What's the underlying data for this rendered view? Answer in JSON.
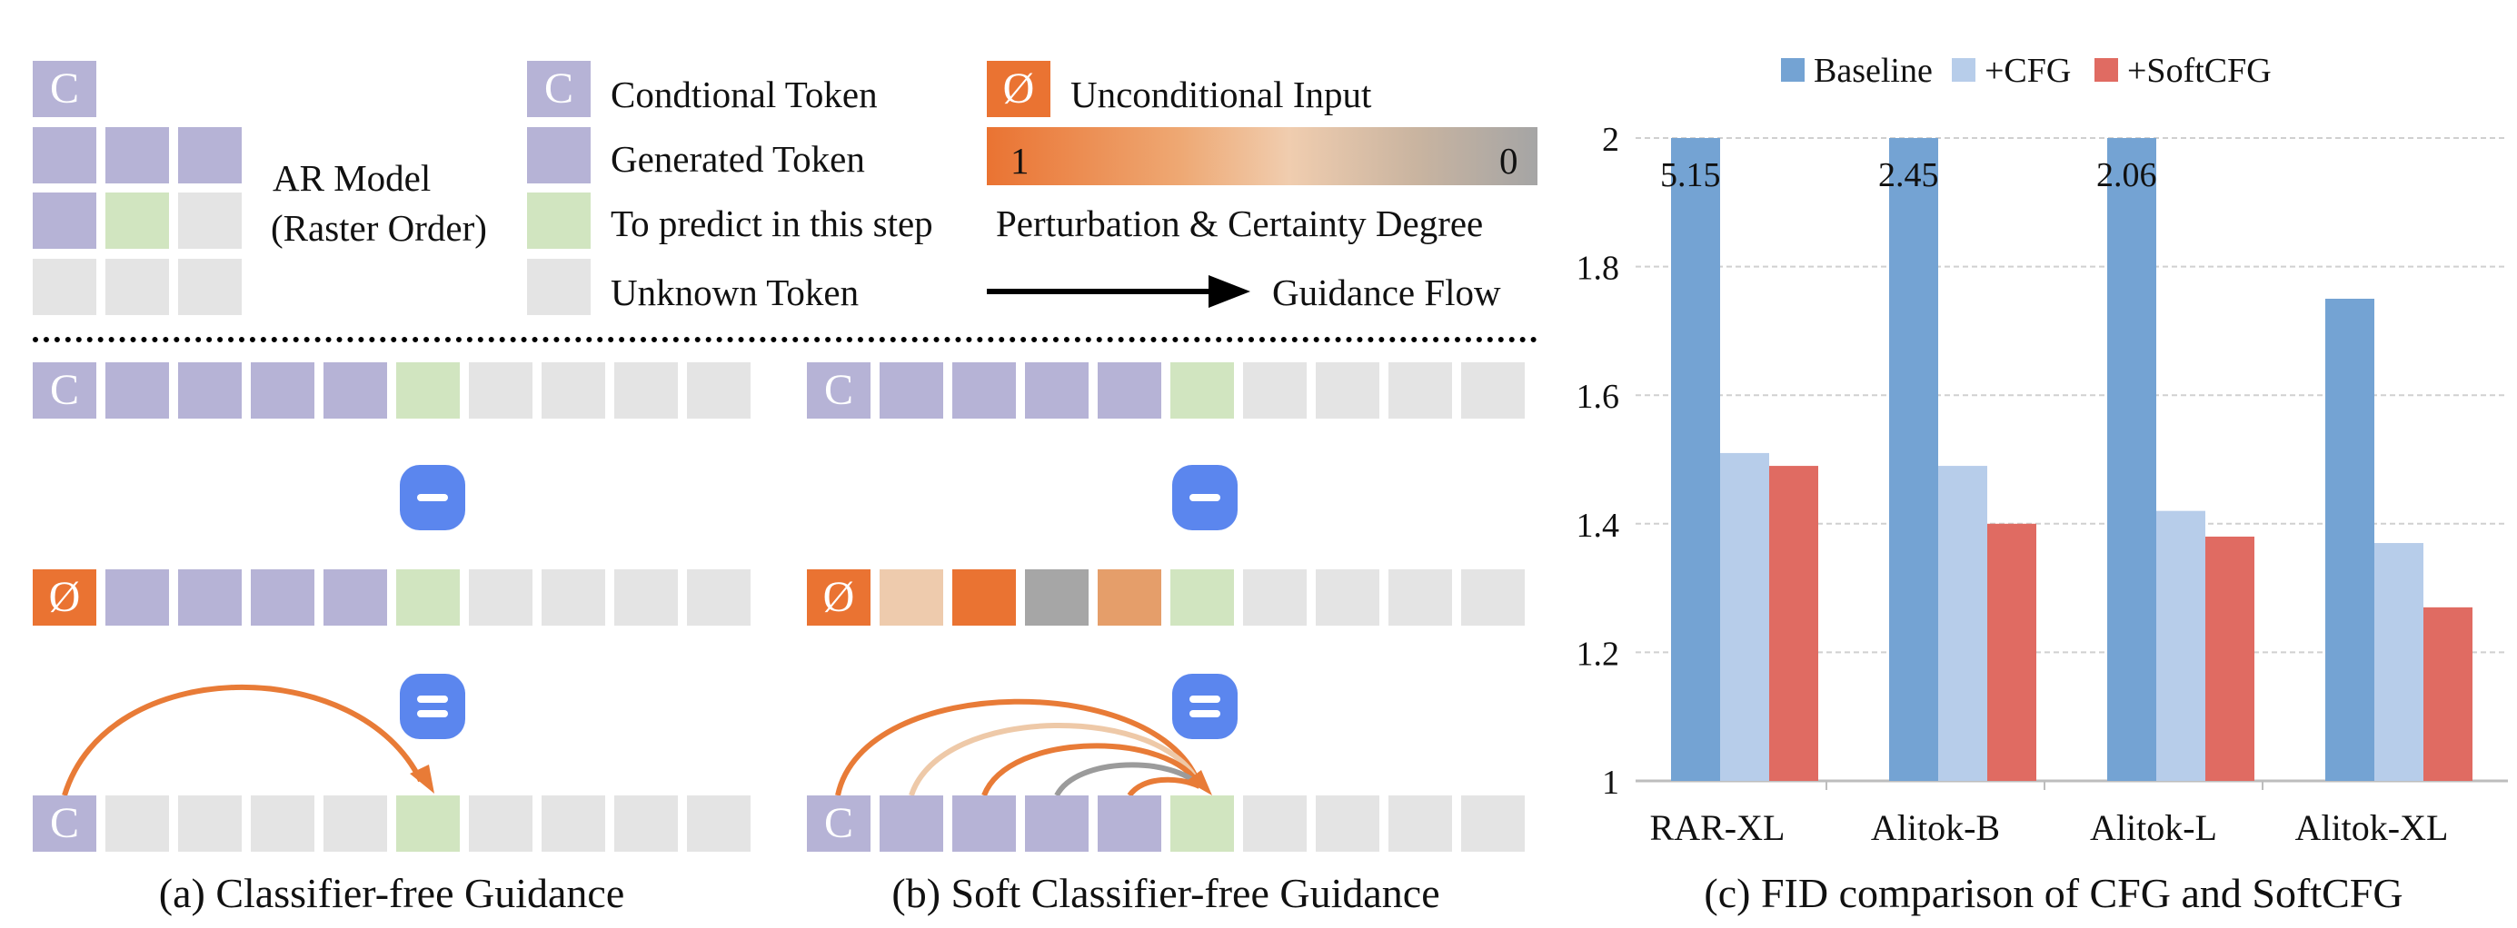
{
  "colors": {
    "conditional": "#b6b3d6",
    "generated": "#b6b3d6",
    "predict": "#d1e5c0",
    "unknown": "#e4e4e4",
    "unconditional": "#ea7332",
    "operator": "#5b86ee",
    "arrow_orange": "#e87b37",
    "arrow_light": "#eec9a8",
    "arrow_gray": "#9b9b9b",
    "baseline": "#74a3d3",
    "cfg": "#b7cdea",
    "softcfg": "#e06b62"
  },
  "symbols": {
    "conditional": "C",
    "unconditional": "Ø"
  },
  "legend": {
    "ar_model_line1": "AR Model",
    "ar_model_line2": "(Raster Order)",
    "conditional_token": "Condtional Token",
    "generated_token": "Generated Token",
    "to_predict": "To predict in this step",
    "unknown_token": "Unknown Token",
    "unconditional_input": "Unconditional Input",
    "gradient_left": "1",
    "gradient_right": "0",
    "perturbation": "Perturbation & Certainty Degree",
    "guidance_flow": "Guidance Flow"
  },
  "captions": {
    "a": "(a) Classifier-free Guidance",
    "b": "(b) Soft Classifier-free Guidance",
    "c": "(c) FID comparison of CFG and SoftCFG"
  },
  "chart_data": {
    "type": "bar",
    "title": "",
    "xlabel": "",
    "ylabel": "",
    "categories": [
      "RAR-XL",
      "Alitok-B",
      "Alitok-L",
      "Alitok-XL"
    ],
    "series": [
      {
        "name": "Baseline",
        "values": [
          5.15,
          2.45,
          2.06,
          1.75
        ],
        "color": "#74a3d3"
      },
      {
        "name": "+CFG",
        "values": [
          1.51,
          1.49,
          1.42,
          1.37
        ],
        "color": "#b7cdea"
      },
      {
        "name": "+SoftCFG",
        "values": [
          1.49,
          1.4,
          1.38,
          1.27
        ],
        "color": "#e06b62"
      }
    ],
    "clipped_labels": [
      "5.15",
      "2.45",
      "2.06"
    ],
    "ylim": [
      1,
      2
    ],
    "yticks": [
      "1",
      "1.2",
      "1.4",
      "1.6",
      "1.8",
      "2"
    ],
    "grid": true,
    "legend_position": "top"
  }
}
